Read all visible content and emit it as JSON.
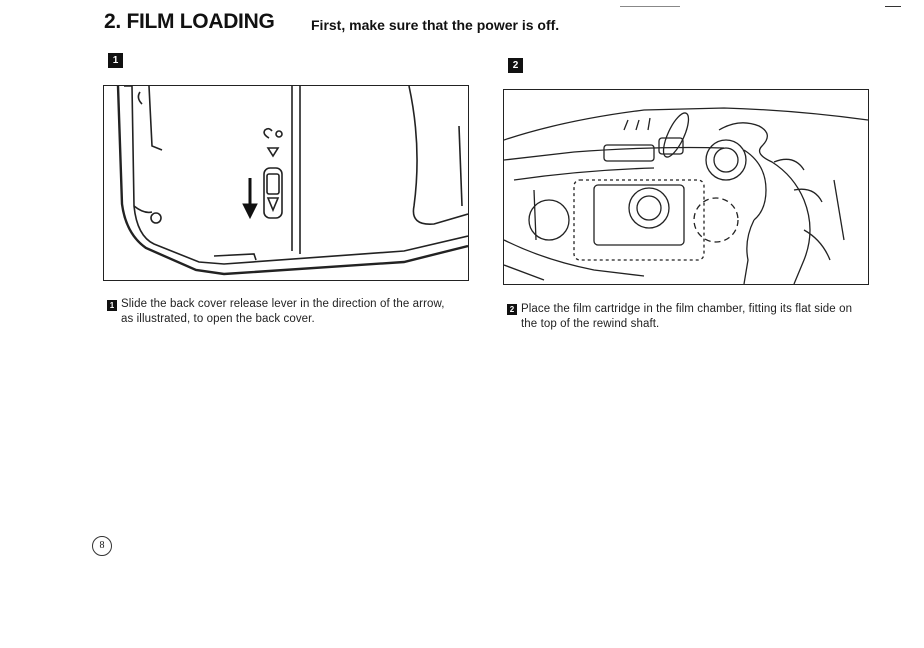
{
  "heading": {
    "title": "2. FILM LOADING",
    "subtitle": "First, make sure that the power is off."
  },
  "figures": [
    {
      "badge": "1",
      "caption_badge": "1",
      "caption": "Slide the back cover release lever in the direction of the arrow, as illustrated, to open the back cover."
    },
    {
      "badge": "2",
      "caption_badge": "2",
      "caption": "Place the film cartridge in the film chamber, fitting its flat side on the top of the rewind shaft."
    }
  ],
  "page_number": "8"
}
